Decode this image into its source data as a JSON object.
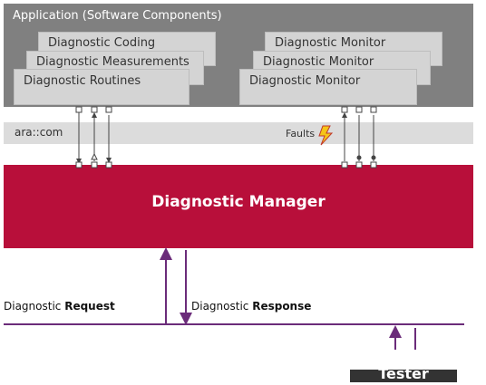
{
  "app_layer": {
    "title": "Application (Software Components)"
  },
  "left_stack": [
    "Diagnostic Coding",
    "Diagnostic Measurements",
    "Diagnostic Routines"
  ],
  "right_stack": [
    "Diagnostic Monitor",
    "Diagnostic Monitor",
    "Diagnostic Monitor"
  ],
  "ara": {
    "label": "ara::com",
    "faults": "Faults"
  },
  "dm": {
    "label": "Diagnostic Manager"
  },
  "request": {
    "prefix": "Diagnostic ",
    "bold": "Request"
  },
  "response": {
    "prefix": "Diagnostic ",
    "bold": "Response"
  },
  "tester": {
    "label": "Tester"
  },
  "colors": {
    "dm": "#b80f3a",
    "link": "#6b2c7a",
    "layer": "#808080",
    "bolt": "#f5c518"
  },
  "icons": {
    "faults": "lightning-bolt-icon"
  }
}
